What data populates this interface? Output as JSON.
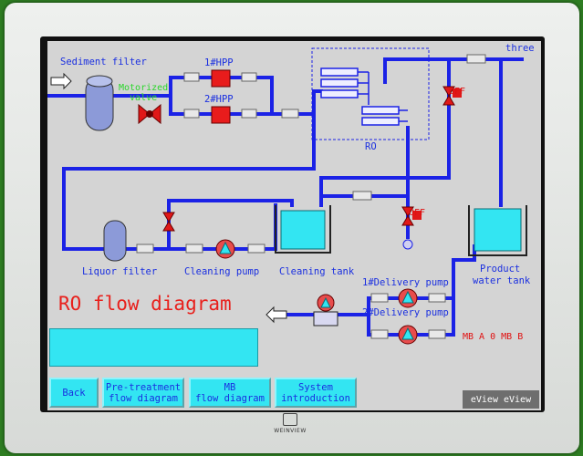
{
  "labels": {
    "sediment_filter": "Sediment filter",
    "motorized_valve": "Motorized\nvalve",
    "hpp1": "1#HPP",
    "hpp2": "2#HPP",
    "ro": "RO",
    "three": "three",
    "off_top": "OFF",
    "off_mid": "OFF",
    "liquor_filter": "Liquor filter",
    "cleaning_pump": "Cleaning pump",
    "cleaning_tank": "Cleaning tank",
    "product_tank_line1": "Product",
    "product_tank_line2": "water tank",
    "delivery_pump1": "1#Delivery pump",
    "delivery_pump2": "2#Delivery pump",
    "mb_status": "MB A 0 MB B"
  },
  "title": "RO flow diagram",
  "buttons": {
    "back": "Back",
    "pretreatment": "Pre-treatment\nflow diagram",
    "mb": "MB\nflow diagram",
    "system": "System\nintroduction"
  },
  "eview": "eView eView",
  "brand": "WEINVIEW",
  "colors": {
    "pipe": "#1b22e6",
    "tank_water": "#33e5f2",
    "pump_red": "#e01818",
    "valve_red": "#e01818",
    "screen_bg": "#d4d4d4"
  }
}
